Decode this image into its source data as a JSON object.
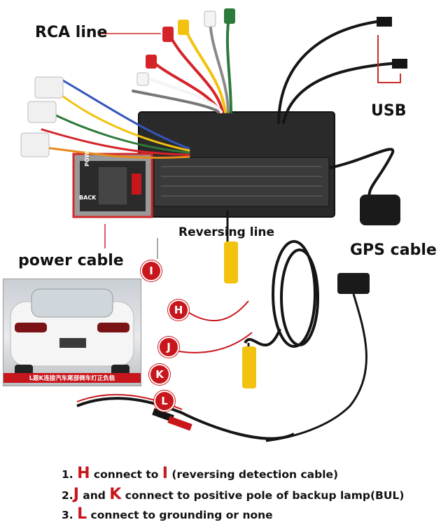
{
  "labels": {
    "rca_line": "RCA line",
    "usb": "USB",
    "power_cable": "power cable",
    "reversing_line": "Reversing line",
    "gps_cable": "GPS cable",
    "back": "BACK",
    "power": "POWER"
  },
  "badges": {
    "h": "H",
    "i": "I",
    "j": "J",
    "k": "K",
    "l": "L"
  },
  "photo_caption": "L跟K连接汽车尾部倒车灯正负极",
  "instructions": [
    {
      "num": "1.",
      "key1": "H",
      "mid": " connect to ",
      "key2": "I",
      "rest": " (reversing detection cable)"
    },
    {
      "num": "2.",
      "key1": "J",
      "mid": " and ",
      "key2": "K",
      "rest": " connect to positive pole of backup lamp(BUL)"
    },
    {
      "num": "3.",
      "key1": "L",
      "mid": " connect to grounding or none",
      "key2": "",
      "rest": ""
    }
  ],
  "colors": {
    "accent_red": "#c8161d",
    "cable_black": "#151515",
    "rca_yellow": "#f2c20f",
    "rca_red": "#d4242a",
    "rca_white": "#f4f4f4"
  }
}
